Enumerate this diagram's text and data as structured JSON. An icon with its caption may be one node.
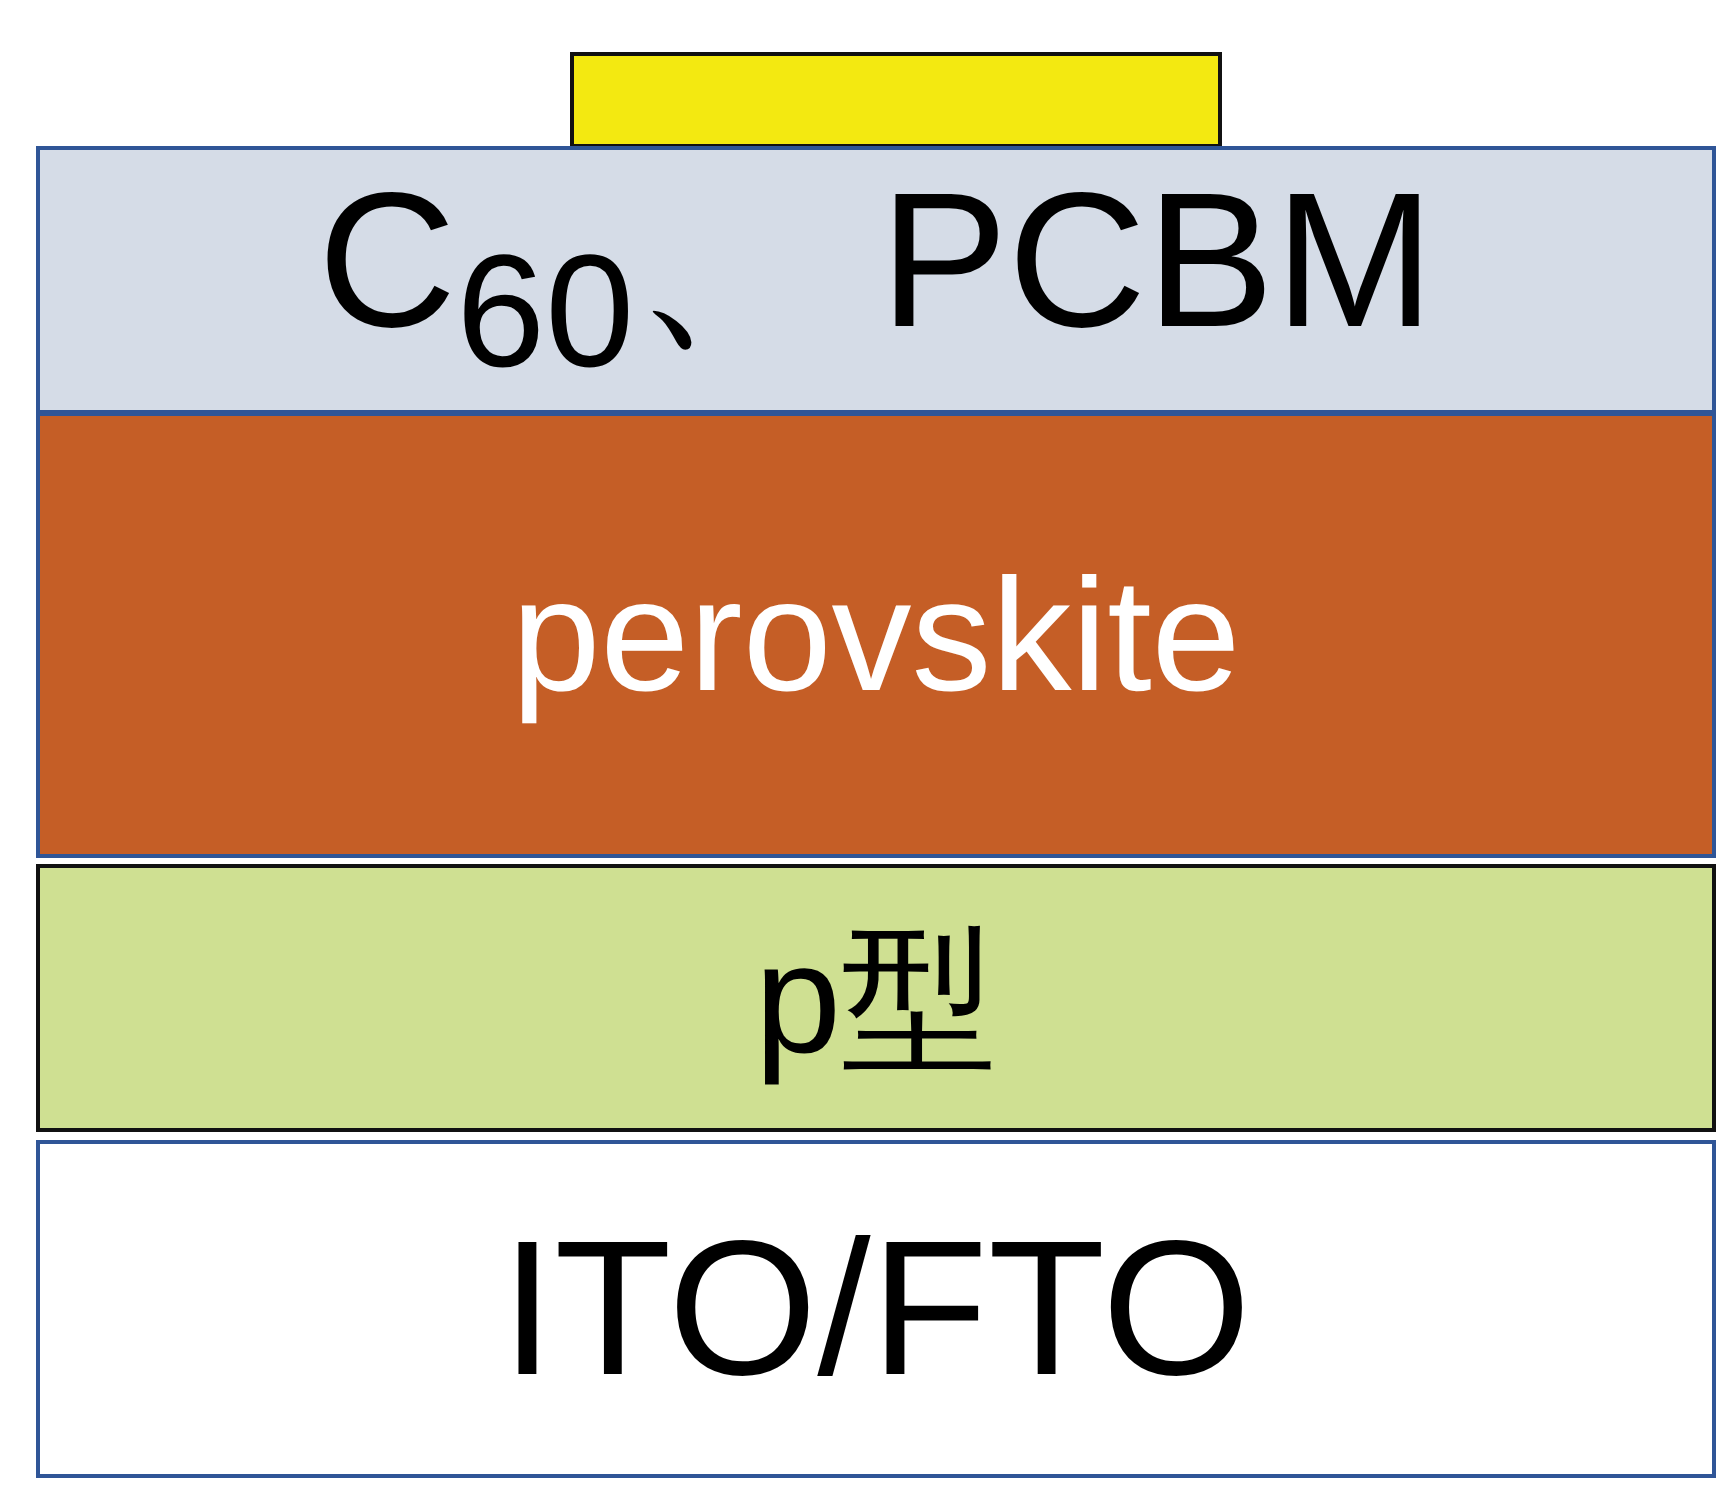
{
  "diagram": {
    "nodes": [
      {
        "text": [],
        "shape": "box"
      },
      {
        "text": [
          "C$_{60}$、 PCBM"
        ]
      },
      {
        "text": [
          "perovskite"
        ]
      },
      {
        "text": [
          "p型"
        ]
      },
      {
        "text": [
          "ITO/FTO"
        ]
      }
    ]
  }
}
